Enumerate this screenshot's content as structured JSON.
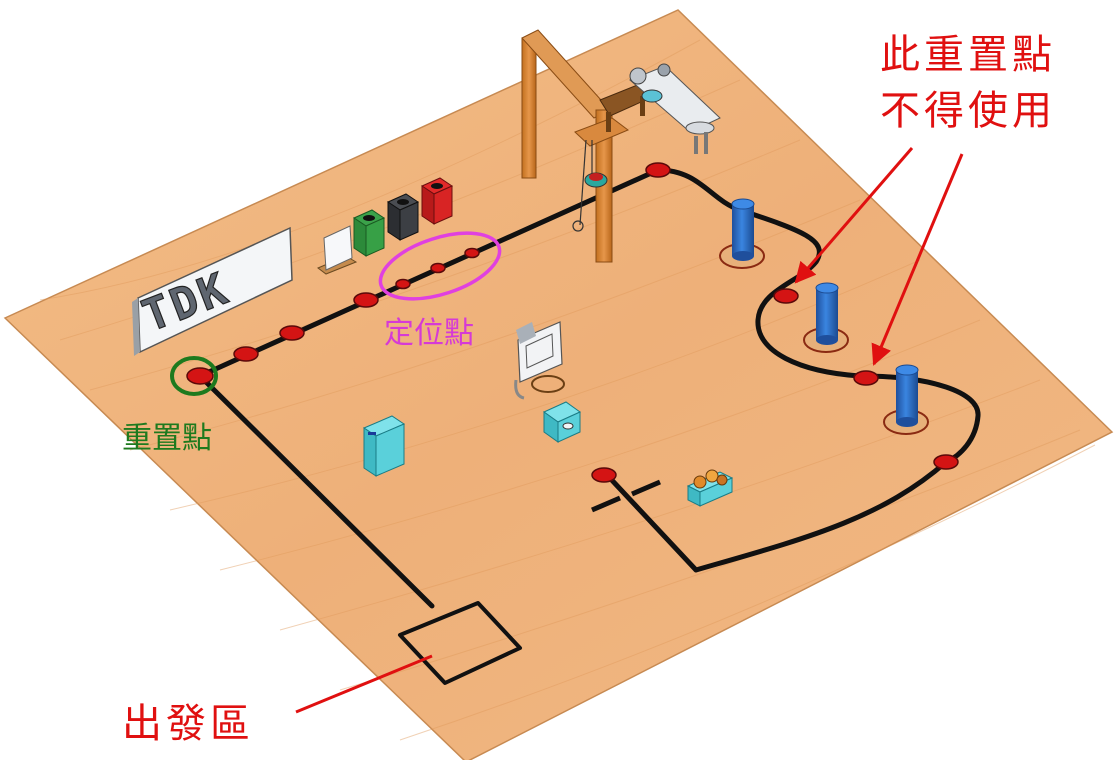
{
  "labels": {
    "reset_point": "重置點",
    "positioning_point": "定位點",
    "forbidden_line1": "此重置點",
    "forbidden_line2": "不得使用",
    "start_zone": "出發區",
    "sign_text": "TDK"
  },
  "colors": {
    "board": "#efb57c",
    "board_dark": "#e2a066",
    "line": "#111111",
    "marker": "#d41414",
    "reset_label": "#1e7a1e",
    "positioning_label": "#d63ad6",
    "annotation": "#e01010",
    "pillar": "#2c6fc8",
    "cyan_prop": "#4fd3dc",
    "frame": "#d98a3a"
  }
}
